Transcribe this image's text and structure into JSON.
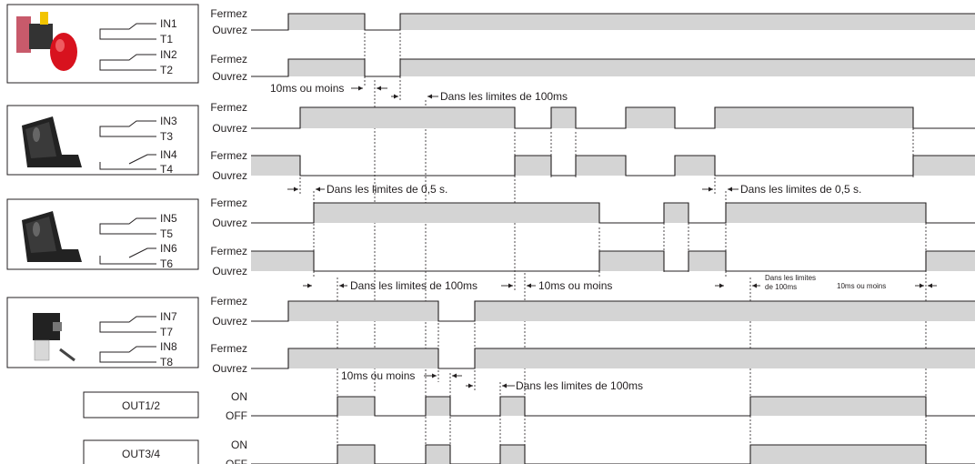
{
  "labels": {
    "closed": "Fermez",
    "open": "Ouvrez",
    "on": "ON",
    "off": "OFF"
  },
  "inputs": [
    {
      "in": "IN1",
      "t": "T1"
    },
    {
      "in": "IN2",
      "t": "T2"
    },
    {
      "in": "IN3",
      "t": "T3"
    },
    {
      "in": "IN4",
      "t": "T4"
    },
    {
      "in": "IN5",
      "t": "T5"
    },
    {
      "in": "IN6",
      "t": "T6"
    },
    {
      "in": "IN7",
      "t": "T7"
    },
    {
      "in": "IN8",
      "t": "T8"
    }
  ],
  "outputs": [
    "OUT1/2",
    "OUT3/4"
  ],
  "annotations": {
    "a1": "10ms ou moins",
    "a2": "Dans les limites de 100ms",
    "a3": "Dans les limites de 0,5 s.",
    "a4": "Dans les limites de 0,5 s.",
    "a5": "Dans les limites de 100ms",
    "a6": "10ms ou moins",
    "a7a": "Dans les limites",
    "a7b": "de 100ms",
    "a8": "10ms ou moins",
    "a9": "10ms ou moins",
    "a10": "Dans les limites de 100ms"
  }
}
